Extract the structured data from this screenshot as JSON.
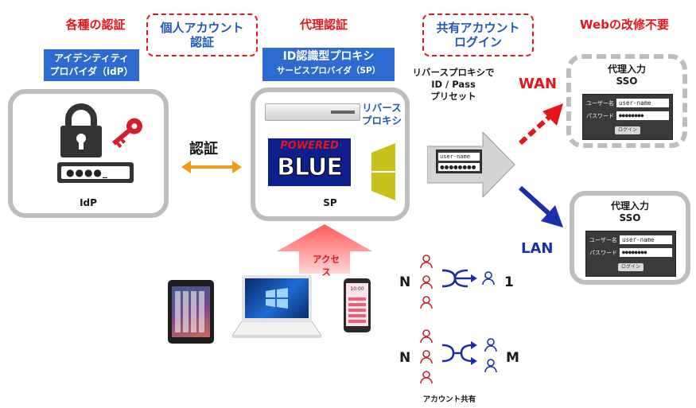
{
  "headings": {
    "various_auth": "各種の認証",
    "personal_account_auth": "個人アカウント\n認証",
    "proxy_auth": "代理認証",
    "shared_account_login": "共有アカウント\nログイン",
    "no_web_modification": "Webの改修不要"
  },
  "idp": {
    "label_box": "アイデンティティ\nプロバイダ（idP）",
    "name": "IdP",
    "pin_display": "●●●●_"
  },
  "sp": {
    "label_box_title": "ID認識型プロキシ",
    "label_box_sub": "サービスプロバイダ（SP）",
    "name": "SP",
    "reverse_proxy_label": "リバース\nプロキシ",
    "logo_line1": "POWERED",
    "logo_line2": "BLUE"
  },
  "auth_arrow_label": "認証",
  "preset": {
    "caption": "リバースプロキシで\nID / Pass\nプリセット",
    "username": "user-name",
    "password": "●●●●●●●●"
  },
  "wan": {
    "label": "WAN",
    "sso_title": "代理入力\nSSO",
    "username_label": "ユーザー名",
    "username_value": "user-name",
    "password_label": "パスワード",
    "password_value": "●●●●●●●●",
    "login_button": "ログイン"
  },
  "lan": {
    "label": "LAN",
    "sso_title": "代理入力\nSSO",
    "username_label": "ユーザー名",
    "username_value": "user-name",
    "password_label": "パスワード",
    "password_value": "●●●●●●●●",
    "login_button": "ログイン"
  },
  "access": {
    "label": "アクセス",
    "tablet_time": "",
    "phone_time": "10:00"
  },
  "mapping": {
    "n1_left": "N",
    "n1_right": "1",
    "nm_left": "N",
    "nm_right": "M",
    "shared_caption": "アカウント共有"
  },
  "colors": {
    "red": "#e8141b",
    "blue": "#2d6bd1",
    "panel_border": "#bdbdbd",
    "orange": "#f39a1e",
    "navy": "#1b2fa8",
    "olive": "#c7c21a"
  }
}
